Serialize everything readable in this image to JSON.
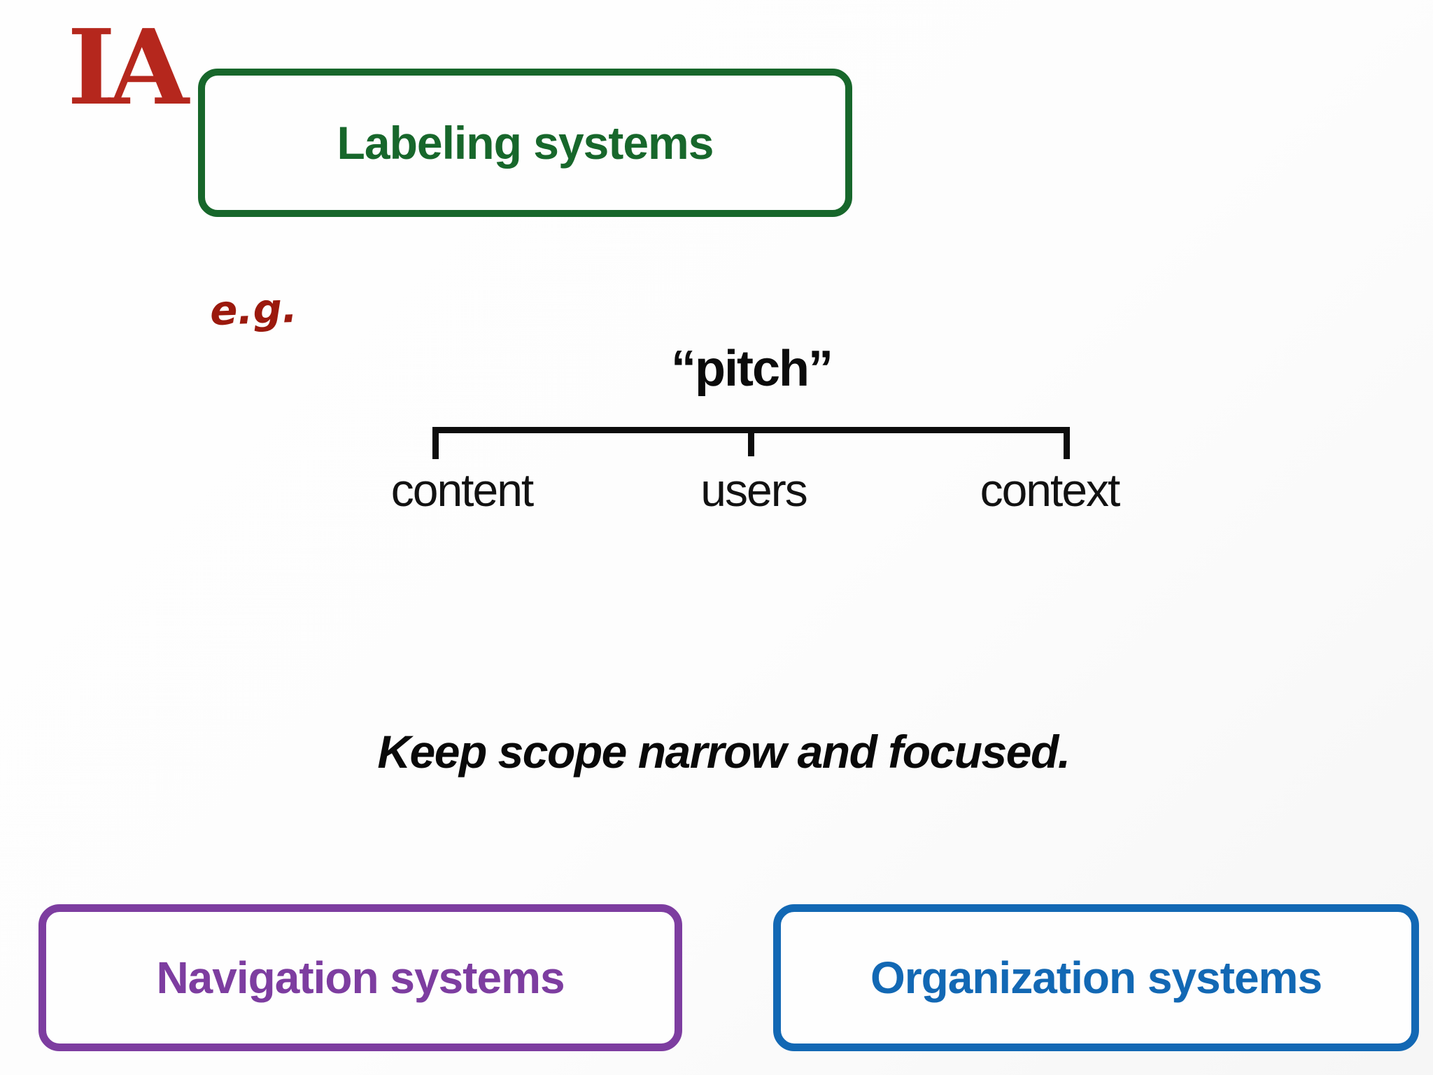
{
  "slide": {
    "background_color": "#fdfdfd",
    "logo": {
      "text": "IA",
      "color": "#b5271d"
    },
    "topic_box": {
      "label": "Labeling systems",
      "border_color": "#17672b",
      "text_color": "#17672b"
    },
    "example_marker": {
      "text": "e.g.",
      "color": "#9b190d"
    },
    "tree": {
      "root_label": "“pitch”",
      "children": [
        "content",
        "users",
        "context"
      ],
      "line_color": "#0d0d0d",
      "text_color": "#121212"
    },
    "note": {
      "text": "Keep scope narrow and focused.",
      "color": "#090909"
    },
    "bottom_boxes": [
      {
        "label": "Navigation systems",
        "border_color": "#7d3da0",
        "text_color": "#7d3da0"
      },
      {
        "label": "Organization systems",
        "border_color": "#1268b4",
        "text_color": "#1268b4"
      }
    ]
  }
}
